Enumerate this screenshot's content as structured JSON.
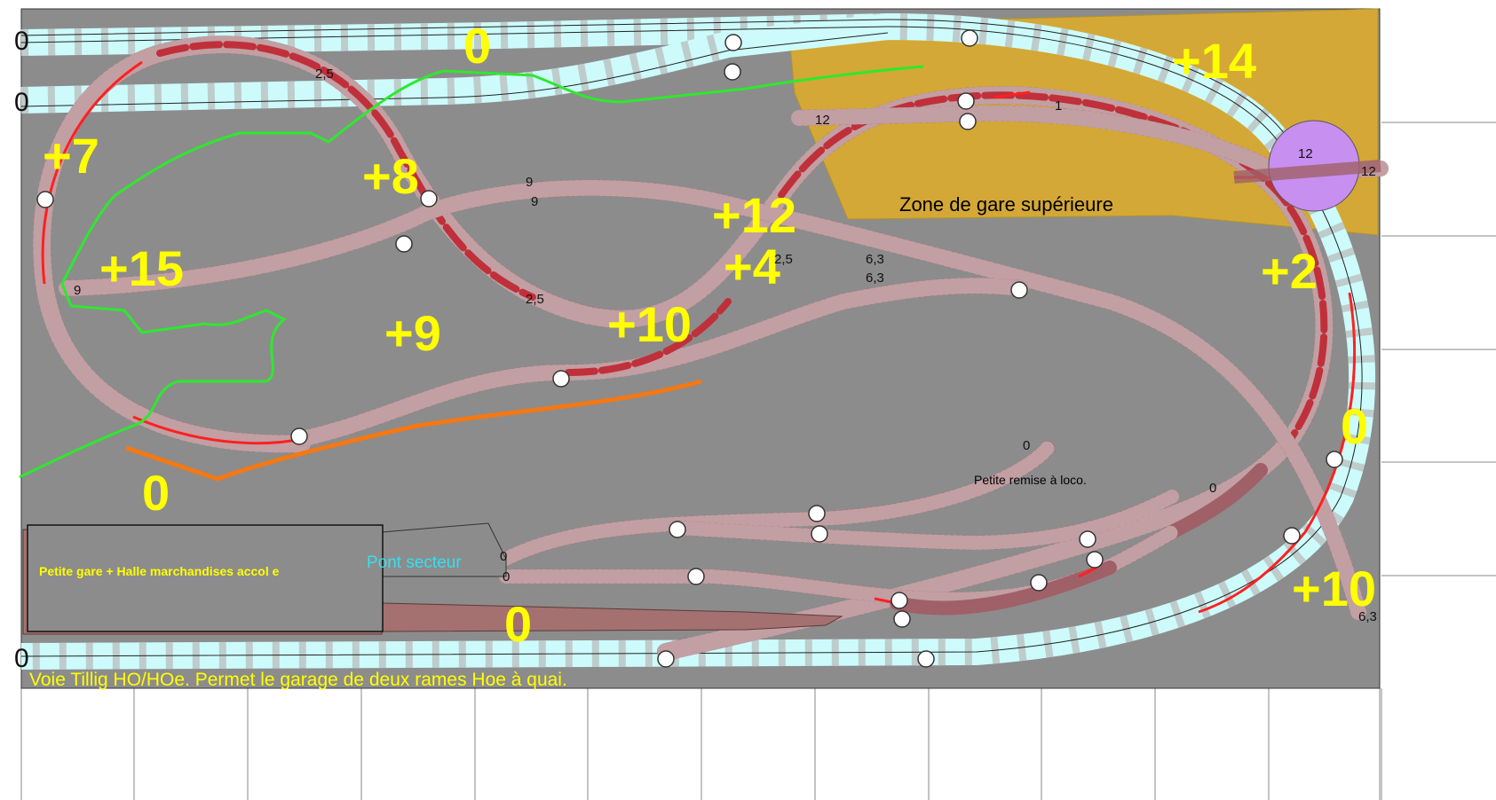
{
  "layout_title": "",
  "level_labels": [
    "0",
    "+14",
    "+7",
    "+8",
    "+12",
    "+4",
    "+15",
    "+9",
    "+10",
    "+2",
    "0",
    "0",
    "+10",
    "0"
  ],
  "zone_upper_station": "Zone de gare supérieure",
  "small_station": "Petite gare + Halle marchandises accol e",
  "turntable_sector": "Pont secteur",
  "loco_shed": "Petite remise à loco.",
  "footer_note": "Voie Tillig HO/HOe. Permet le garage de deux rames Hoe à quai.",
  "track_marks": [
    "0",
    "0",
    "2,5",
    "12",
    "1",
    "12",
    "12",
    "9",
    "9",
    "9",
    "2,5",
    "6,3",
    "6,3",
    "2,5",
    "0",
    "0",
    "0",
    "0",
    "6,3",
    "0"
  ],
  "colors": {
    "baseboard": "#8c8c8c",
    "upper_zone": "#d4a836",
    "tillig_track": "#cdfbfb",
    "main_track": "#a06068",
    "level_label": "#ffff00",
    "green_line": "#2ee82e",
    "orange_line": "#f47814",
    "turntable": "#c68ff0",
    "platform": "#a57070"
  }
}
